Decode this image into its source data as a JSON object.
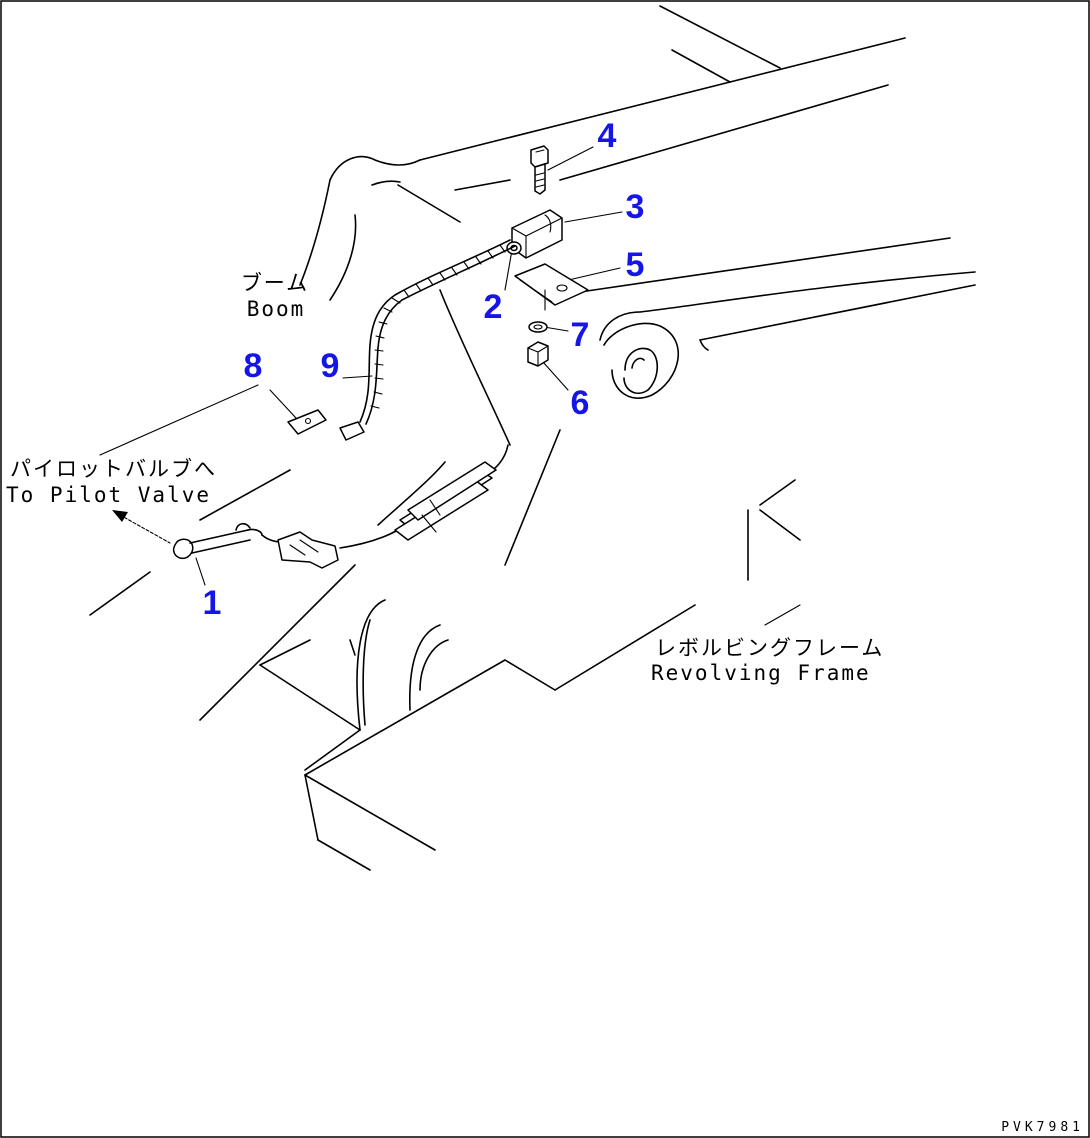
{
  "labels": {
    "boom_jp": "ブーム",
    "boom_en": "Boom",
    "pilot_jp": "パイロットバルブへ",
    "pilot_en": "To Pilot Valve",
    "frame_jp": "レボルビングフレーム",
    "frame_en": "Revolving Frame"
  },
  "callouts": [
    "1",
    "2",
    "3",
    "4",
    "5",
    "6",
    "7",
    "8",
    "9"
  ],
  "drawing_code": "PVK7981",
  "colors": {
    "callout": "#1515e8",
    "line": "#000000",
    "background": "#ffffff"
  }
}
